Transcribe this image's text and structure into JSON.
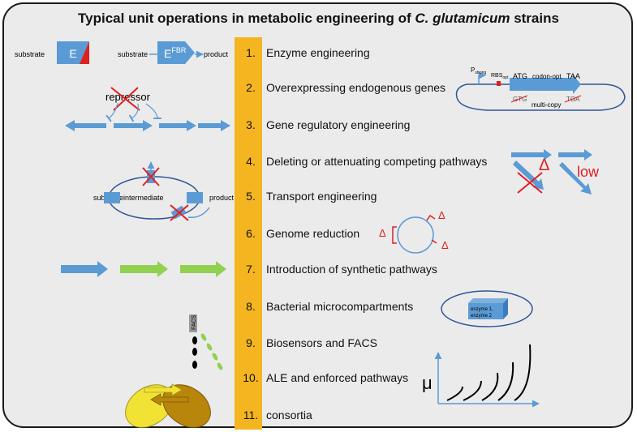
{
  "title": {
    "prefix": "Typical unit operations in metabolic engineering of ",
    "species": "C. glutamicum",
    "suffix": " strains"
  },
  "operations": [
    {
      "num": "1.",
      "label": "Enzyme engineering"
    },
    {
      "num": "2.",
      "label": "Overexpressing endogenous genes"
    },
    {
      "num": "3.",
      "label": "Gene regulatory engineering"
    },
    {
      "num": "4.",
      "label": "Deleting or attenuating competing pathways"
    },
    {
      "num": "5.",
      "label": "Transport engineering"
    },
    {
      "num": "6.",
      "label": "Genome reduction"
    },
    {
      "num": "7.",
      "label": "Introduction of synthetic pathways"
    },
    {
      "num": "8.",
      "label": "Bacterial microcompartments"
    },
    {
      "num": "9.",
      "label": "Biosensors and FACS"
    },
    {
      "num": "10.",
      "label": "ALE and enforced pathways"
    },
    {
      "num": "11.",
      "label": "consortia"
    }
  ],
  "enzyme": {
    "substrate": "substrate",
    "e_label": "E",
    "fbr_base": "E",
    "fbr_sup": "FBR",
    "substrate2": "substrate",
    "product": "product"
  },
  "overexpression": {
    "p_strong": "P",
    "p_strong_sub": "strong",
    "rbs": "RBS",
    "rbs_sub": "opt",
    "atg": "ATG",
    "codon": "codon-opt.",
    "taa": "TAA",
    "gtg": "GTG",
    "tga": "TGA",
    "multicopy": "multi-copy"
  },
  "regulatory": {
    "repressor": "repressor"
  },
  "deletion": {
    "delta": "Δ",
    "low": "low"
  },
  "transport": {
    "substrate": "substrate",
    "intermediate": "intermediate",
    "product": "product"
  },
  "genome": {
    "delta": "Δ"
  },
  "compartment": {
    "line1": "enzyme 1,",
    "line2": "enzyme 2"
  },
  "facs": {
    "label": "FACS"
  },
  "ale": {
    "mu": "μ"
  },
  "colors": {
    "frame_bg": "#ebebeb",
    "bar": "#f4b520",
    "blue": "#5b9bd5",
    "green": "#92d050",
    "red": "#e02020",
    "yellow": "#f2e234",
    "brown": "#b8860b"
  }
}
